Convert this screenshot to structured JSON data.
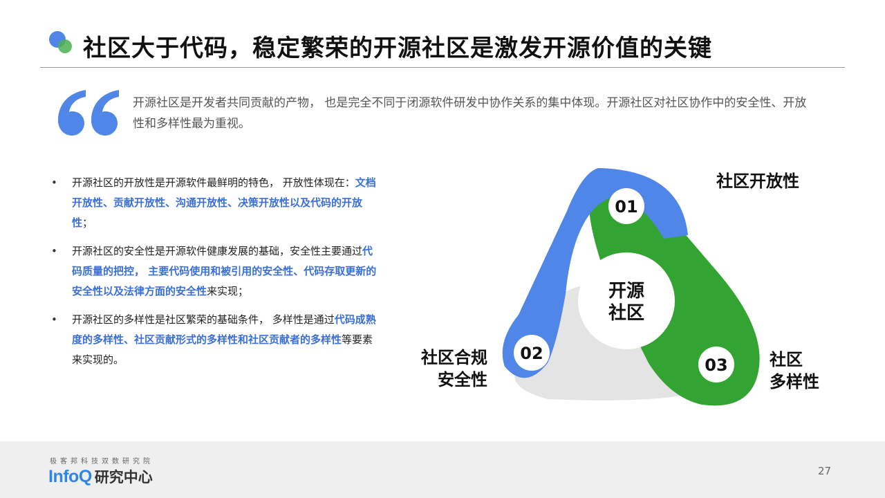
{
  "title": "社区大于代码，稳定繁荣的开源社区是激发开源价值的关键",
  "intro": "开源社区是开发者共同贡献的产物， 也是完全不同于闭源软件研发中协作关系的集中体现。开源社区对社区协作中的安全性、开放性和多样性最为重视。",
  "bullet_marker": "•",
  "bullets": [
    {
      "pre": "开源社区的开放性是开源软件最鲜明的特色， 开放性体现在：",
      "highlight": "文档开放性、贡献开放性、沟通开放性、决策开放性以及代码的开放性",
      "post": "；"
    },
    {
      "pre": "开源社区的安全性是开源软件健康发展的基础，安全性主要通过",
      "highlight": "代码质量的把控， 主要代码使用和被引用的安全性、代码存取更新的安全性以及法律方面的安全性",
      "post": "来实现；"
    },
    {
      "pre": "开源社区的多样性是社区繁荣的基础条件， 多样性是通过",
      "highlight": "代码成熟度的多样性、社区贡献形式的多样性和社区贡献者的多样性",
      "post": "等要素来实现的。"
    }
  ],
  "diagram": {
    "center_line1": "开源",
    "center_line2": "社区",
    "nodes": [
      {
        "num": "01",
        "label_line1": "社区开放性",
        "label_line2": ""
      },
      {
        "num": "02",
        "label_line1": "社区合规",
        "label_line2": "安全性"
      },
      {
        "num": "03",
        "label_line1": "社区",
        "label_line2": "多样性"
      }
    ]
  },
  "footer": {
    "org": "极客邦科技双数研究院",
    "brand": "InfoQ",
    "brand_sub": "研究中心",
    "page": "27"
  },
  "colors": {
    "blue": "#4f86e8",
    "green": "#33a432",
    "gray": "#e4e4e4",
    "highlight": "#3b6fd8"
  }
}
